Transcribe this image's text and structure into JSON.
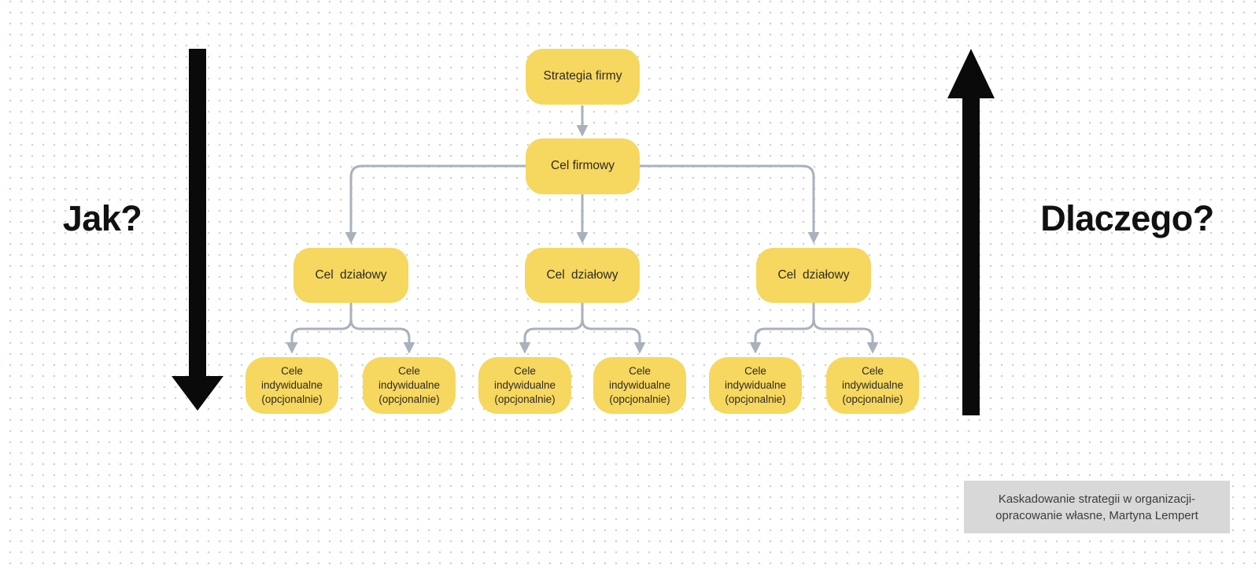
{
  "annotations": {
    "left_question": "Jak?",
    "right_question": "Dlaczego?"
  },
  "nodes": {
    "strategy": {
      "label": "Strategia firmy"
    },
    "company_goal": {
      "label": "Cel firmowy"
    },
    "department_goals": [
      {
        "label": "Cel działowy"
      },
      {
        "label": "Cel działowy"
      },
      {
        "label": "Cel działowy"
      }
    ],
    "individual_goals": [
      {
        "label": "Cele\nindywidualne\n(opcjonalnie)"
      },
      {
        "label": "Cele\nindywidualne\n(opcjonalnie)"
      },
      {
        "label": "Cele\nindywidualne\n(opcjonalnie)"
      },
      {
        "label": "Cele\nindywidualne\n(opcjonalnie)"
      },
      {
        "label": "Cele\nindywidualne\n(opcjonalnie)"
      },
      {
        "label": "Cele\nindywidualne\n(opcjonalnie)"
      }
    ]
  },
  "caption": {
    "text": "Kaskadowanie strategii w organizacji-\nopracowanie własne, Martyna Lempert"
  },
  "colors": {
    "box-fill": "#F6D75F",
    "box-text": "#2E2B26",
    "connector": "#A9B1BC",
    "arrow-black": "#0A0A0A",
    "caption-bg": "#D8D8D8",
    "caption-text": "#3C3C3C",
    "dot": "#CDD1DD",
    "heading-text": "#111111"
  }
}
